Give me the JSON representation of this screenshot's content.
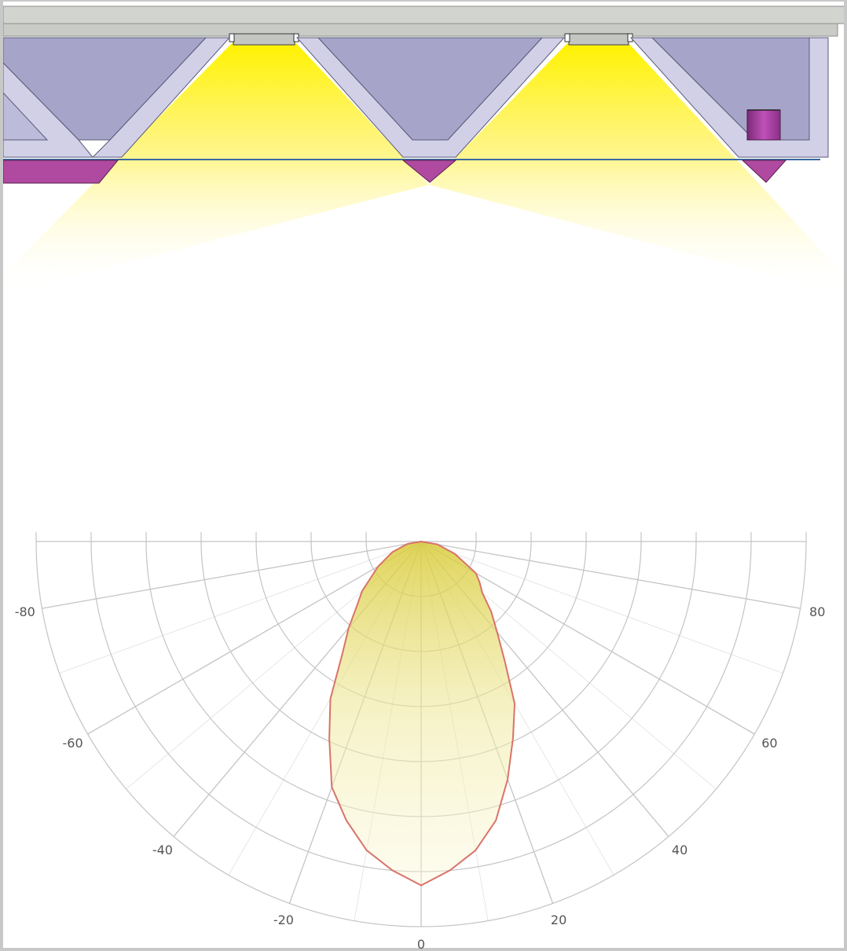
{
  "colors": {
    "ceiling_plate": "#d2d4d0",
    "ceiling_plate_edge": "#8c8e8a",
    "cavity": "#a6a5c9",
    "frame_profile": "#d1d0e6",
    "frame_edge": "#5a5a7a",
    "diffuser_magenta": "#b04aa0",
    "light_yellow": "#fff33a",
    "polar_curve": "#d9736a",
    "polar_fill": "#e6dc6a",
    "grid": "#c4c4c4"
  },
  "polar": {
    "angle_labels": [
      {
        "deg": -80,
        "text": "-80"
      },
      {
        "deg": -60,
        "text": "-60"
      },
      {
        "deg": -40,
        "text": "-40"
      },
      {
        "deg": -20,
        "text": "-20"
      },
      {
        "deg": 0,
        "text": "0"
      },
      {
        "deg": 20,
        "text": "20"
      },
      {
        "deg": 40,
        "text": "40"
      },
      {
        "deg": 60,
        "text": "60"
      },
      {
        "deg": 80,
        "text": "80"
      }
    ],
    "rings": 7,
    "spoke_step_deg": 10
  },
  "chart_data": {
    "type": "polar",
    "angle_range": [
      -90,
      90
    ],
    "radial_max": 7,
    "series": [
      {
        "angles_deg": [
          -90,
          -80,
          -70,
          -60,
          -50,
          -45,
          -40,
          -35,
          -30,
          -25,
          -20,
          -15,
          -10,
          -5,
          0,
          5,
          10,
          15,
          20,
          25,
          30,
          35,
          40,
          45,
          50,
          55,
          60,
          70,
          80,
          90
        ],
        "values": [
          0,
          0.25,
          0.55,
          0.9,
          1.4,
          1.65,
          2.05,
          2.5,
          3.3,
          3.95,
          4.75,
          5.25,
          5.7,
          6.0,
          6.25,
          6.0,
          5.7,
          5.25,
          4.6,
          3.95,
          3.4,
          2.65,
          2.15,
          1.8,
          1.45,
          1.3,
          1.15,
          0.65,
          0.3,
          0
        ]
      }
    ]
  }
}
